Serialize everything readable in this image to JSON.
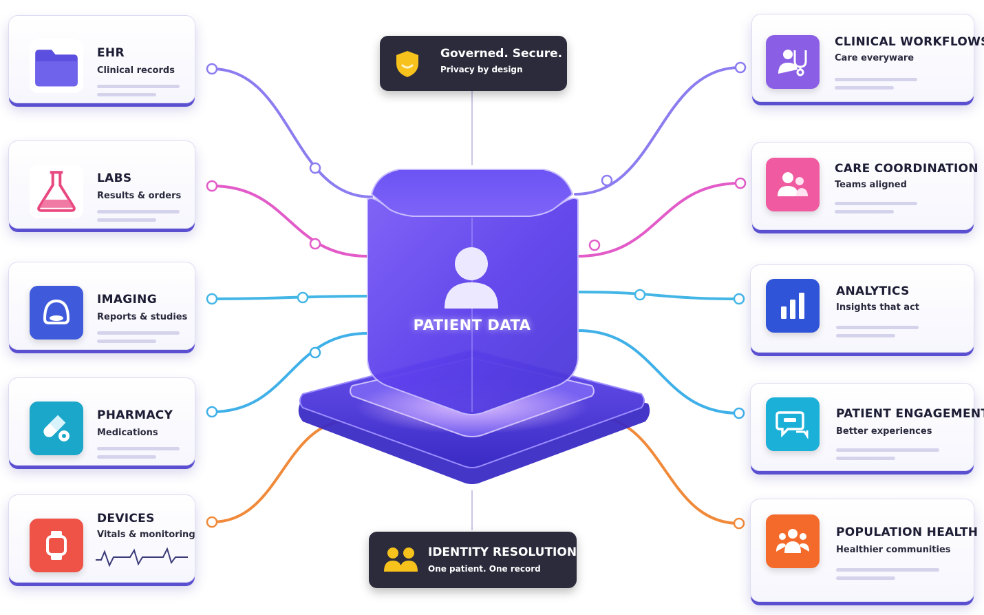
{
  "hub": {
    "label": "PATIENT DATA"
  },
  "top_badge": {
    "title": "Governed. Secure.",
    "subtitle": "Privacy by design"
  },
  "bottom_badge": {
    "title": "IDENTITY RESOLUTION",
    "subtitle": "One patient. One record"
  },
  "left_cards": [
    {
      "title": "EHR",
      "subtitle": "Clinical records",
      "icon": "folder-icon",
      "color": "#5b4fe0",
      "line": "#8b7cf0"
    },
    {
      "title": "LABS",
      "subtitle": "Results & orders",
      "icon": "flask-icon",
      "color": "#e8477f",
      "line": "#e25bc8"
    },
    {
      "title": "IMAGING",
      "subtitle": "Reports & studies",
      "icon": "scanner-icon",
      "color": "#3f5bdc",
      "line": "#44b6e6"
    },
    {
      "title": "PHARMACY",
      "subtitle": "Medications",
      "icon": "pills-icon",
      "color": "#1aa7c9",
      "line": "#3fb0e8"
    },
    {
      "title": "DEVICES",
      "subtitle": "Vitals & monitoring",
      "icon": "watch-icon",
      "color": "#ef5247",
      "line": "#f08a3a"
    }
  ],
  "right_cards": [
    {
      "title": "CLINICAL WORKFLOWS",
      "subtitle": "Care everyware",
      "icon": "clinician-icon",
      "color": "#8a5fe6",
      "line": "#8b7cf0"
    },
    {
      "title": "CARE COORDINATION",
      "subtitle": "Teams aligned",
      "icon": "people-icon",
      "color": "#f05aa0",
      "line": "#e25bc8"
    },
    {
      "title": "ANALYTICS",
      "subtitle": "Insights that act",
      "icon": "bar-chart-icon",
      "color": "#2f54d8",
      "line": "#44b6e6"
    },
    {
      "title": "PATIENT ENGAGEMENT",
      "subtitle": "Better experiences",
      "icon": "chat-icon",
      "color": "#1ab0d8",
      "line": "#3fb0e8"
    },
    {
      "title": "POPULATION HEALTH",
      "subtitle": "Healthier communities",
      "icon": "community-icon",
      "color": "#f46a2a",
      "line": "#f08a3a"
    }
  ],
  "colors": {
    "hub": "#6a4cf2",
    "badge_bg": "#2c2b3c",
    "shield": "#f7c21b"
  }
}
